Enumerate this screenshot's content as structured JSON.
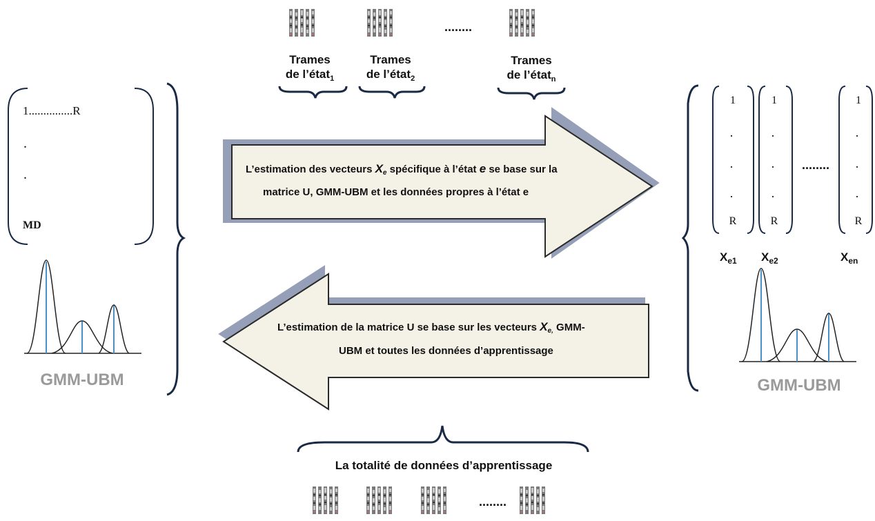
{
  "frames_top": [
    {
      "line1": "Trames",
      "line2": "de l’état",
      "sub": "1"
    },
    {
      "line1": "Trames",
      "line2": "de l’état",
      "sub": "2"
    },
    {
      "line1": "Trames",
      "line2": "de l’état",
      "sub": "n"
    }
  ],
  "frames_top_ellipsis": "........",
  "left_matrix": {
    "first_row_start": "1",
    "first_row_dots": "...............",
    "first_row_end": "R",
    "dot1": ".",
    "dot2": ".",
    "last_row": "MD"
  },
  "gmm_left": "GMM-UBM",
  "gmm_right": "GMM-UBM",
  "arrow_right": {
    "line1_a": "L’estimation des vecteurs ",
    "line1_var": "X",
    "line1_var_sub": "e",
    "line1_b": " spécifique  à l’état ",
    "line1_e": "e",
    "line1_c": " se base sur la",
    "line2": "matrice U, GMM-UBM et les données propres à l’état e"
  },
  "arrow_left": {
    "line1_a": "L’estimation de la matrice U se base sur les vecteurs ",
    "line1_var": "X",
    "line1_var_sub": "e,",
    "line1_b": " GMM-",
    "line2": "UBM et toutes les données d’apprentissage"
  },
  "vectors": [
    {
      "top": "1",
      "d1": ".",
      "d2": ".",
      "d3": ".",
      "bottom": "R",
      "label": "X",
      "label_sub": "e1"
    },
    {
      "top": "1",
      "d1": ".",
      "d2": ".",
      "d3": ".",
      "bottom": "R",
      "label": "X",
      "label_sub": "e2"
    },
    {
      "top": "1",
      "d1": ".",
      "d2": ".",
      "d3": ".",
      "bottom": "R",
      "label": "X",
      "label_sub": "en"
    }
  ],
  "vectors_ellipsis": "........",
  "bottom_label": "La totalité de données d’apprentissage",
  "bottom_ellipsis": "........"
}
